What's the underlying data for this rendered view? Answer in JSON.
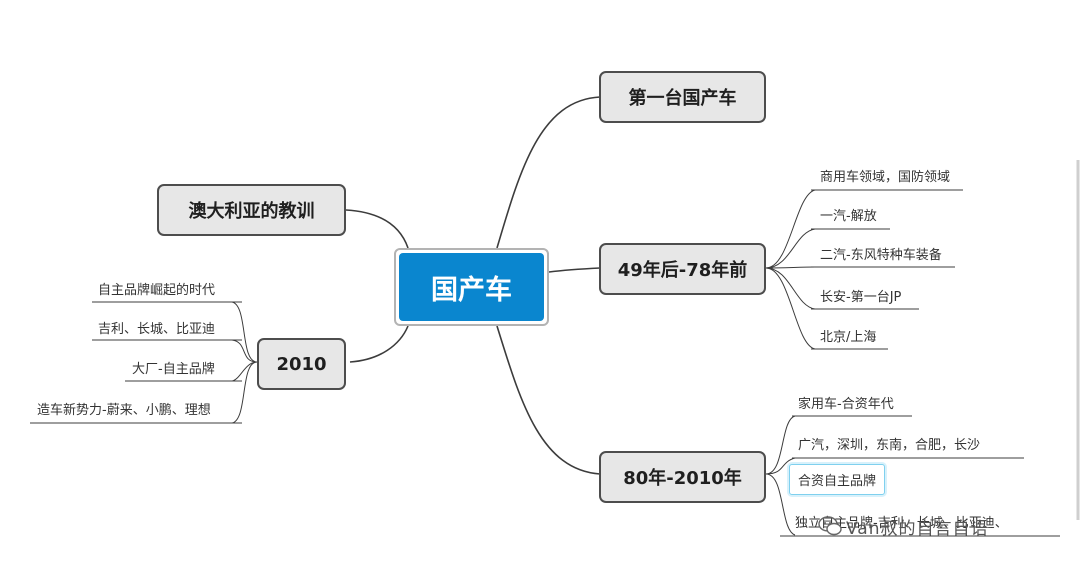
{
  "central": {
    "label": "国产车"
  },
  "branches": {
    "first_car": {
      "label": "第一台国产车"
    },
    "period_49_78": {
      "label": "49年后-78年前",
      "items": [
        "商用车领域，国防领域",
        "一汽-解放",
        "二汽-东风特种车装备",
        "长安-第一台JP",
        "北京/上海"
      ]
    },
    "period_80_2010": {
      "label": "80年-2010年",
      "items": [
        "家用车-合资年代",
        "广汽，深圳，东南，合肥，长沙",
        "合资自主品牌",
        "独立自主品牌-吉利、长城、比亚迪、"
      ]
    },
    "australia": {
      "label": "澳大利亚的教训"
    },
    "year_2010": {
      "label": "2010",
      "items": [
        "自主品牌崛起的时代",
        "吉利、长城、比亚迪",
        "大厂-自主品牌",
        "造车新势力-蔚来、小鹏、理想"
      ]
    }
  },
  "watermark": {
    "text": "Van叔的自言自语",
    "icon": "wechat-icon"
  },
  "colors": {
    "central_fill": "#0a86cf",
    "node_fill": "#e7e7e7",
    "node_border": "#4d4d4d",
    "line": "#3c3c3c",
    "selected_border": "#7fd0ee"
  }
}
